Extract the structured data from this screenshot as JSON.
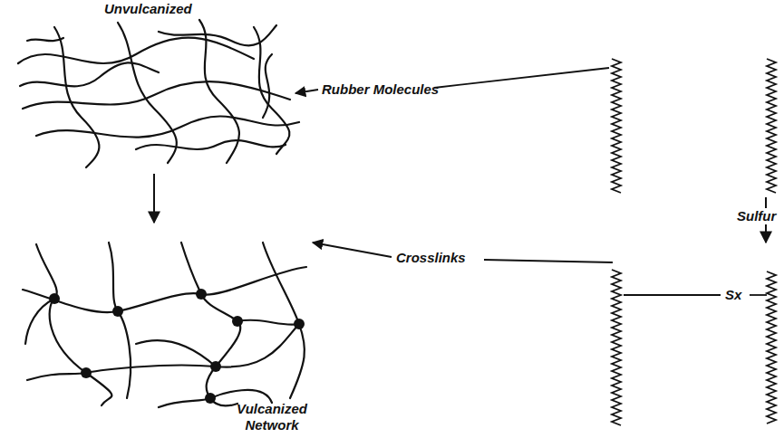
{
  "diagram": {
    "labels": [
      "Unvulcanized",
      "Rubber Molecules",
      "Crosslinks",
      "Vulcanized Network",
      "Sulfur",
      "Sx"
    ]
  }
}
